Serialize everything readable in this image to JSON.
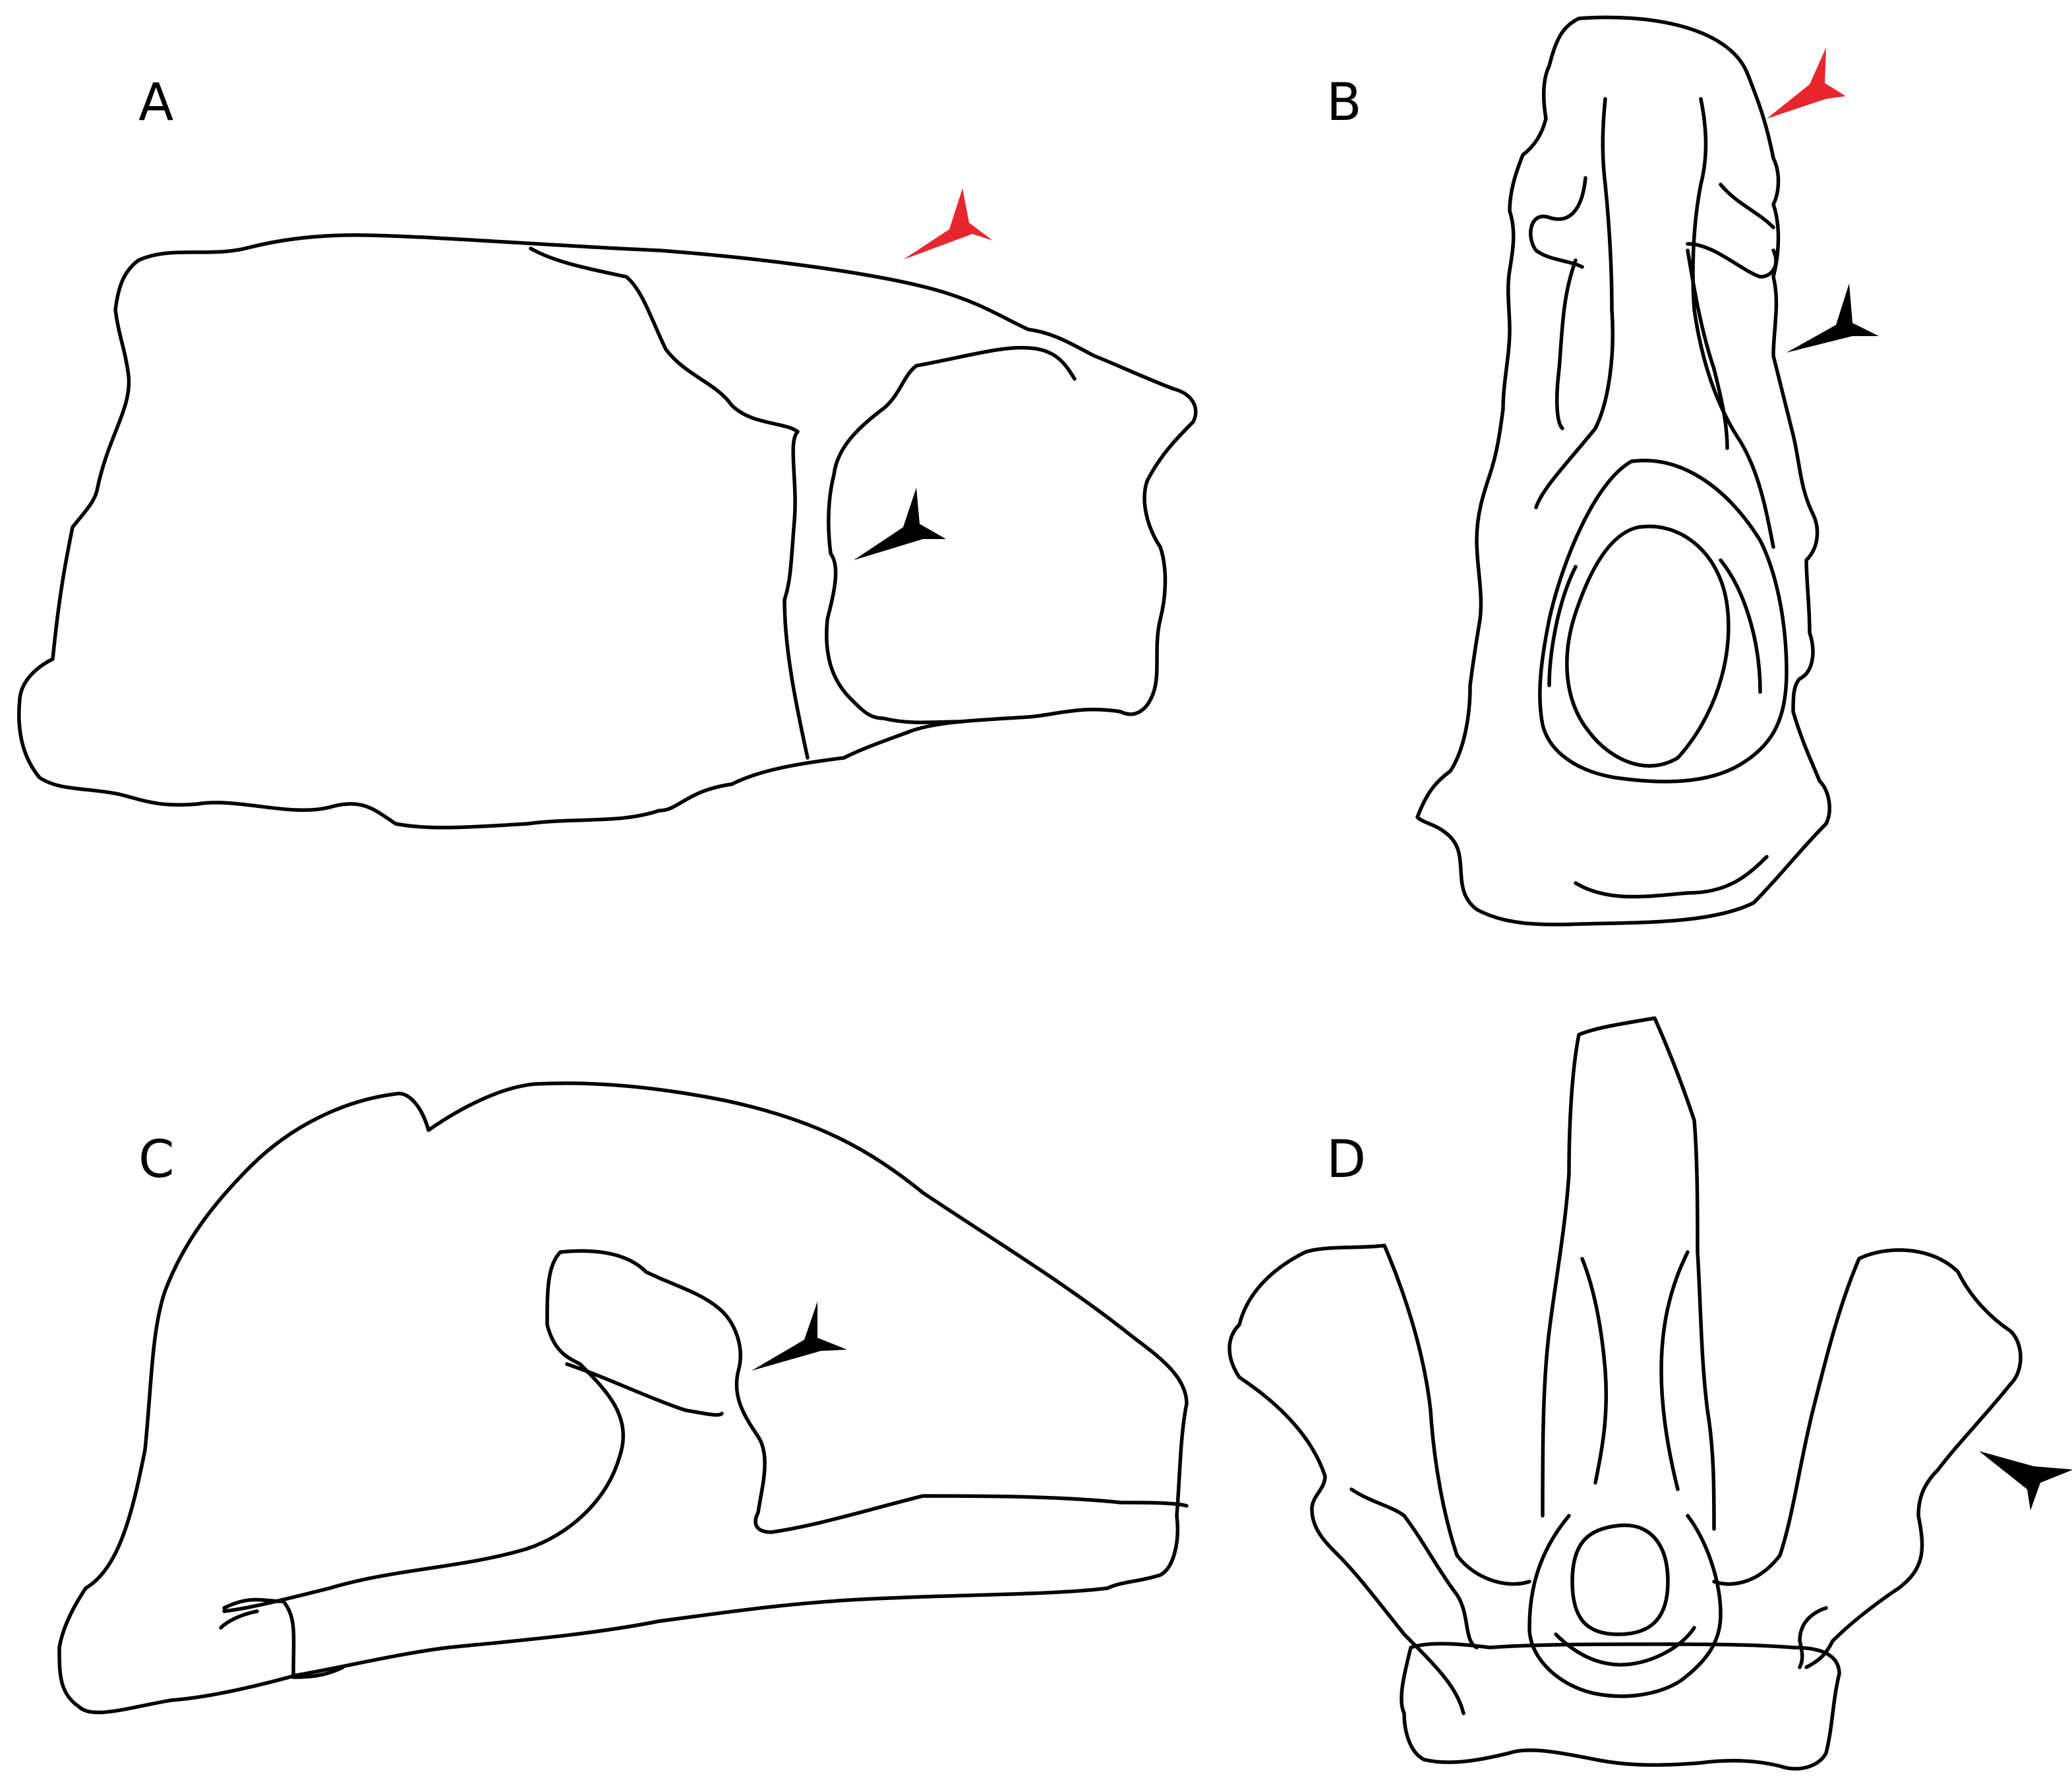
{
  "panels": [
    {
      "label": "A"
    },
    {
      "label": "B"
    },
    {
      "label": "C"
    },
    {
      "label": "D"
    }
  ],
  "colors": {
    "outline": "#000000",
    "arrow_red": "#e8262d",
    "arrow_black": "#000000",
    "background": "#ffffff"
  }
}
